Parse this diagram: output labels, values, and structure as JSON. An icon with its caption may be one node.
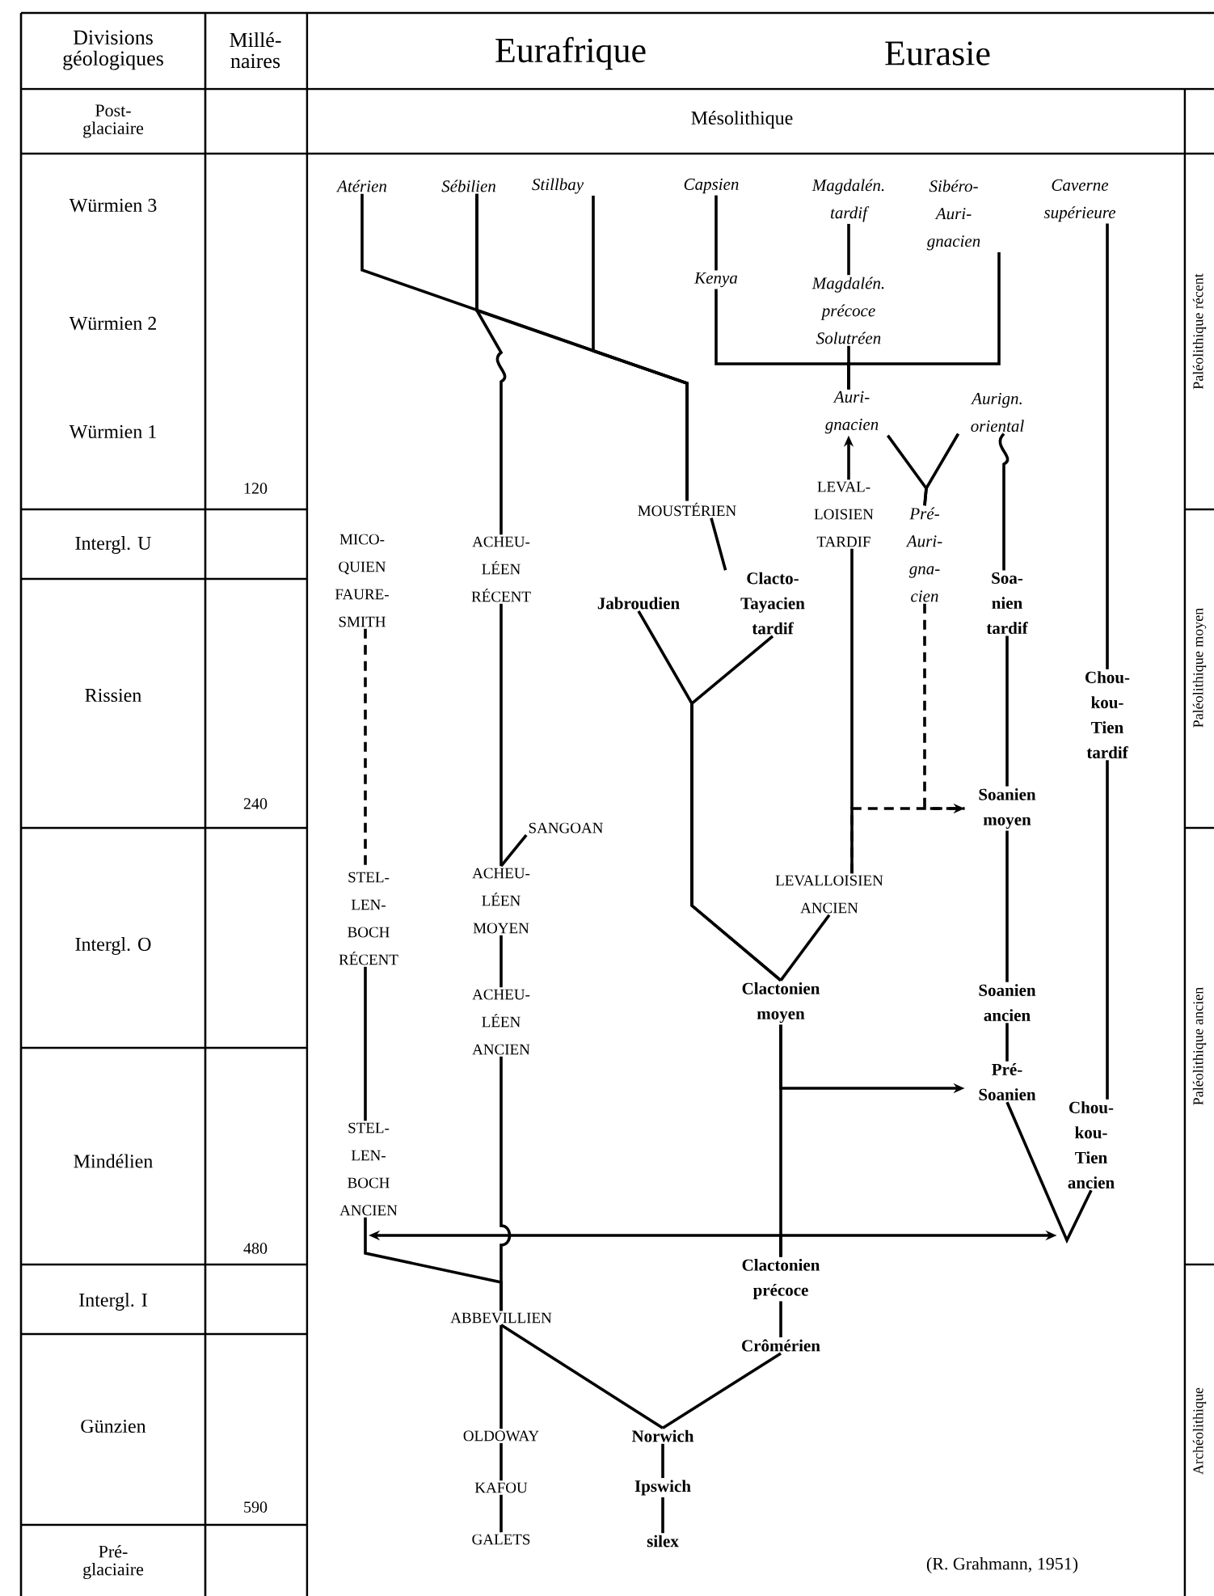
{
  "diagram": {
    "caption": "(R. Grahmann, 1951)",
    "nodes": [
      {
        "text": [
          "Atérien"
        ]
      },
      {
        "text": [
          "Sébilien"
        ]
      },
      {
        "text": [
          "Stillbay"
        ]
      },
      {
        "text": [
          "Capsien"
        ]
      },
      {
        "text": [
          "Magdalén. tardif"
        ]
      },
      {
        "text": [
          "Sibéro- Auri- gnacien"
        ]
      },
      {
        "text": [
          "Caverne supérieure"
        ]
      },
      {
        "text": [
          "Kenya"
        ]
      },
      {
        "text": [
          "Magdalén. précoce Solutréen"
        ]
      },
      {
        "text": [
          "Auri- gnacien"
        ]
      },
      {
        "text": [
          "Aurign. oriental"
        ]
      },
      {
        "text": [
          "MOUSTÉRIEN"
        ]
      },
      {
        "text": [
          "LEVAL- LOISIEN TARDIF"
        ]
      },
      {
        "text": [
          "Pré- Auri- gna- cien"
        ]
      },
      {
        "text": [
          "MICO- QUIEN",
          "FAURE- SMITH"
        ]
      },
      {
        "text": [
          "ACHEU- LÉEN RÉCENT"
        ]
      },
      {
        "text": [
          "Jabroudien"
        ]
      },
      {
        "text": [
          "Clacto- Tayacien tardif"
        ]
      },
      {
        "text": [
          "Soa- nien tardif"
        ]
      },
      {
        "text": [
          "Chou- kou- Tien tardif"
        ]
      },
      {
        "text": [
          "SANGOAN"
        ]
      },
      {
        "text": [
          "Soanien moyen"
        ]
      },
      {
        "text": [
          "STEL- LEN- BOCH RÉCENT"
        ]
      },
      {
        "text": [
          "ACHEU- LÉEN MOYEN"
        ]
      },
      {
        "text": [
          "LEVALLOISIEN ANCIEN"
        ]
      },
      {
        "text": [
          "Clactonien moyen"
        ]
      },
      {
        "text": [
          "Soanien ancien"
        ]
      },
      {
        "text": [
          "ACHEU- LÉEN ANCIEN"
        ]
      },
      {
        "text": [
          "Pré- Soanien"
        ]
      },
      {
        "text": [
          "STEL- LEN- BOCH ANCIEN"
        ]
      },
      {
        "text": [
          "Chou- kou- Tien ancien"
        ]
      },
      {
        "text": [
          "Clactonien précoce"
        ]
      },
      {
        "text": [
          "ABBEVILLIEN"
        ]
      },
      {
        "text": [
          "Crômérien"
        ]
      },
      {
        "text": [
          "OLDOWAY"
        ]
      },
      {
        "text": [
          "Norwich"
        ]
      },
      {
        "text": [
          "KAFOU"
        ]
      },
      {
        "text": [
          "Ipswich"
        ]
      },
      {
        "text": [
          "GALETS"
        ]
      },
      {
        "text": [
          "silex"
        ]
      }
    ],
    "edges": [
      {
        "from": 0,
        "to": 11,
        "arrow": "none"
      },
      {
        "from": 1,
        "to": 11,
        "arrow": "none"
      },
      {
        "from": 2,
        "to": 11,
        "arrow": "none"
      },
      {
        "from": 3,
        "to": 7,
        "arrow": "none"
      },
      {
        "from": 4,
        "to": 8,
        "arrow": "none"
      },
      {
        "from": 7,
        "to": 9,
        "arrow": "none"
      },
      {
        "from": 8,
        "to": 9,
        "arrow": "none"
      },
      {
        "from": 5,
        "to": 9,
        "arrow": "none"
      },
      {
        "from": 6,
        "to": 19,
        "arrow": "none"
      },
      {
        "from": 12,
        "to": 9,
        "arrow": "to"
      },
      {
        "from": 13,
        "to": 9,
        "arrow": "none"
      },
      {
        "from": 13,
        "to": 10,
        "arrow": "none"
      },
      {
        "from": 18,
        "to": 10,
        "arrow": "none"
      },
      {
        "from": 15,
        "to": 1,
        "arrow": "none"
      },
      {
        "from": 11,
        "to": 17,
        "arrow": "none"
      },
      {
        "from": 16,
        "to": 25,
        "arrow": "none"
      },
      {
        "from": 17,
        "to": 25,
        "arrow": "none"
      },
      {
        "from": 14,
        "to": 22,
        "arrow": "none",
        "style": "dashed"
      },
      {
        "from": 15,
        "to": 23,
        "arrow": "none"
      },
      {
        "from": 23,
        "to": 20,
        "arrow": "none"
      },
      {
        "from": 23,
        "to": 27,
        "arrow": "none"
      },
      {
        "from": 18,
        "to": 21,
        "arrow": "none"
      },
      {
        "from": 21,
        "to": 26,
        "arrow": "none"
      },
      {
        "from": 26,
        "to": 28,
        "arrow": "none"
      },
      {
        "from": 13,
        "to": 21,
        "arrow": "none",
        "style": "dashed"
      },
      {
        "from": 24,
        "to": 21,
        "arrow": "to",
        "style": "dashed"
      },
      {
        "from": 24,
        "to": 12,
        "arrow": "none"
      },
      {
        "from": 24,
        "to": 25,
        "arrow": "none"
      },
      {
        "from": 19,
        "to": 30,
        "arrow": "none"
      },
      {
        "from": 28,
        "to": 30,
        "arrow": "none"
      },
      {
        "from": 25,
        "to": 28,
        "arrow": "to"
      },
      {
        "from": 31,
        "to": 29,
        "arrow": "to"
      },
      {
        "from": 31,
        "to": 30,
        "arrow": "to"
      },
      {
        "from": 25,
        "to": 31,
        "arrow": "none"
      },
      {
        "from": 22,
        "to": 29,
        "arrow": "none"
      },
      {
        "from": 29,
        "to": 32,
        "arrow": "none"
      },
      {
        "from": 27,
        "to": 32,
        "arrow": "none"
      },
      {
        "from": 31,
        "to": 33,
        "arrow": "none"
      },
      {
        "from": 32,
        "to": 35,
        "arrow": "none"
      },
      {
        "from": 33,
        "to": 35,
        "arrow": "none"
      },
      {
        "from": 32,
        "to": 34,
        "arrow": "none"
      },
      {
        "from": 34,
        "to": 36,
        "arrow": "none"
      },
      {
        "from": 36,
        "to": 38,
        "arrow": "none"
      },
      {
        "from": 35,
        "to": 37,
        "arrow": "none"
      },
      {
        "from": 37,
        "to": 39,
        "arrow": "none"
      }
    ],
    "labels": [
      "Divisions géologiques",
      "Millé- naires",
      "Eurafrique",
      "Eurasie",
      "Post- glaciaire",
      "Mésolithique",
      "Würmien 3",
      "Würmien 2",
      "Würmien 1",
      "120",
      "Intergl. U",
      "Rissien",
      "240",
      "Intergl. O",
      "Mindélien",
      "480",
      "Intergl. I",
      "Günzien",
      "590",
      "Pré- glaciaire",
      "Paléolithique récent",
      "Paléolithique moyen",
      "Paléolithique ancien",
      "Archéolithique"
    ]
  }
}
